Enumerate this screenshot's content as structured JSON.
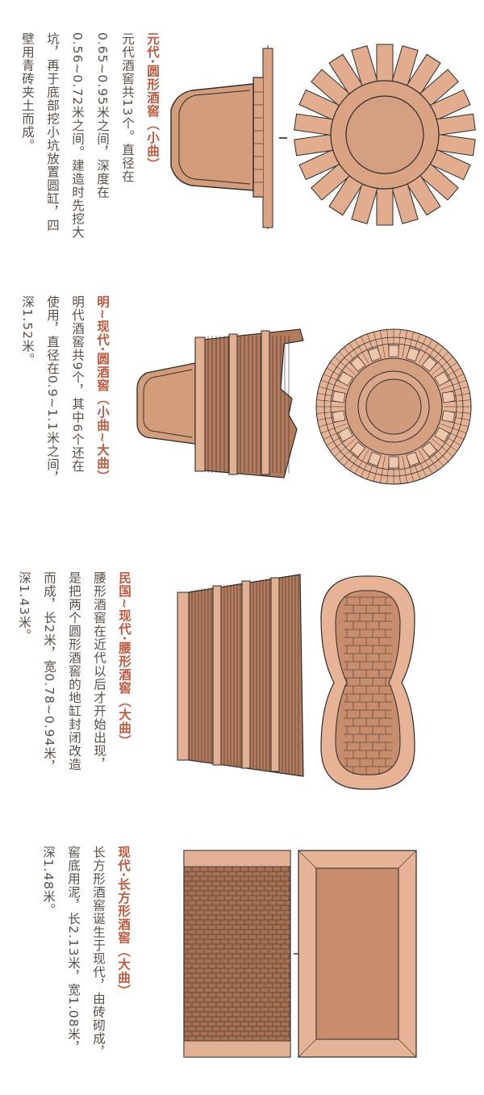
{
  "colors": {
    "accent": "#c05a3f",
    "text": "#5a4f47",
    "brick_light": "#e7b89c",
    "brick_mid": "#d7a080",
    "brick_dark": "#8a5a41",
    "outline": "#2b2b2b"
  },
  "sections": [
    {
      "title": "元代·圆形酒窖（小曲）",
      "lines": [
        "元代酒窖共13个。直径在",
        "0.65~0.95米之间，深度在",
        "0.56~0.72米之间。建造时先挖大",
        "坑，再于底部挖小坑放置圆缸，四",
        "壁用青砖夹土而成。"
      ]
    },
    {
      "title": "明~现代·圆酒窖（小曲~大曲）",
      "lines": [
        "明代酒窖共9个，其中6个还在",
        "使用，直径在0.9~1.1米之间，",
        "深1.52米。"
      ]
    },
    {
      "title": "民国~现代·腰形酒窖（大曲）",
      "lines": [
        "腰形酒窖在近代以后才开始出现，",
        "是把两个圆形酒窖的地缸封闭改造",
        "而成，长2米，宽0.78~0.94米，",
        "深1.43米。"
      ]
    },
    {
      "title": "现代·长方形酒窖（大曲）",
      "lines": [
        "长方形酒窖诞生于现代，由砖砌成，",
        "窖底用泥，长2.13米，宽1.08米，",
        "深1.48米。"
      ]
    }
  ]
}
